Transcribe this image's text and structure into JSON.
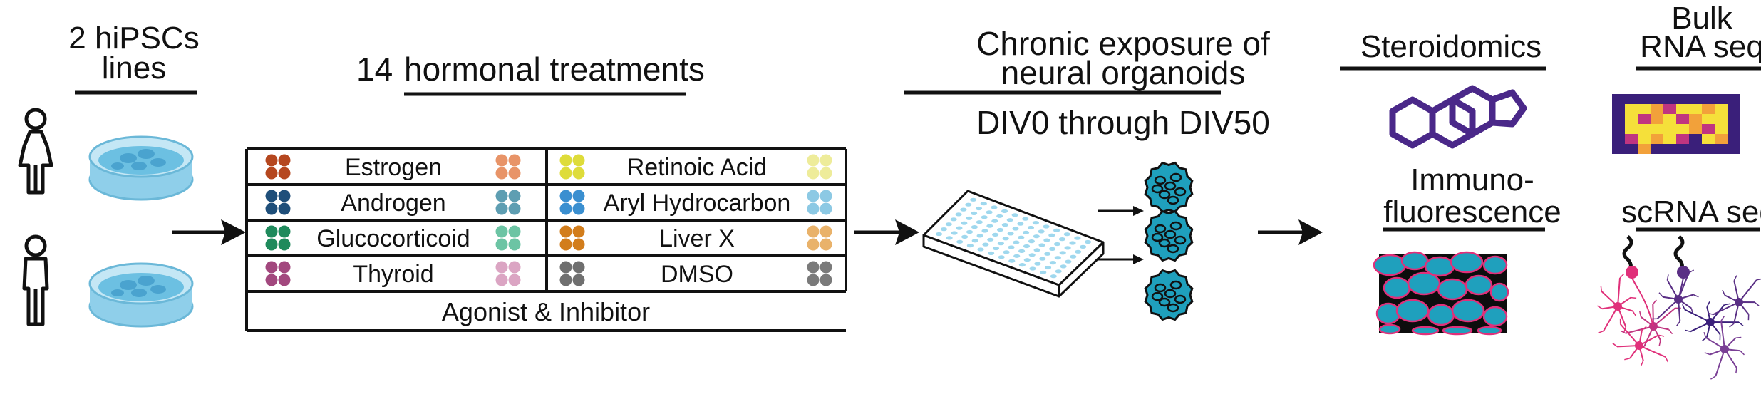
{
  "sections": {
    "cells": {
      "title_line1": "2 hiPSCs",
      "title_line2": "lines"
    },
    "treatments": {
      "count": "14",
      "title": "hormonal treatments",
      "table": {
        "left": [
          "Estrogen",
          "Androgen",
          "Glucocorticoid",
          "Thyroid"
        ],
        "right": [
          "Retinoic Acid",
          "Aryl Hydrocarbon",
          "Liver X",
          "DMSO"
        ],
        "footer": "Agonist & Inhibitor"
      }
    },
    "exposure": {
      "title_line1": "Chronic exposure of",
      "title_line2": "neural organoids",
      "subtitle": "DIV0 through DIV50"
    },
    "readouts": {
      "steroidomics": "Steroidomics",
      "bulk_line1": "Bulk",
      "bulk_line2": "RNA seq",
      "immuno_line1": "Immuno-",
      "immuno_line2": "fluorescence",
      "scrna": "scRNA seq"
    }
  },
  "colors": {
    "estrogen_agonist": "#b5471f",
    "estrogen_inhibitor": "#e89468",
    "androgen_agonist": "#1f4f7a",
    "androgen_inhibitor": "#5e9eb2",
    "glucocorticoid_agonist": "#1f8a5c",
    "glucocorticoid_inhibitor": "#6cc4a4",
    "thyroid_agonist": "#a2487e",
    "thyroid_inhibitor": "#dba5c3",
    "retinoic_agonist": "#dedc3a",
    "retinoic_inhibitor": "#eeec9a",
    "aryl_agonist": "#3a8fd0",
    "aryl_inhibitor": "#8cc9e4",
    "liverx_agonist": "#d27d1c",
    "liverx_inhibitor": "#e9b26a",
    "dmso_agonist": "#6f6f6f",
    "dmso_inhibitor": "#7a7a7a",
    "organoid": "#1fa0bd",
    "steroid": "#4a2889",
    "membrane": "#e0307a"
  },
  "icons": [
    "female-figure-icon",
    "male-figure-icon",
    "petri-dish-icon",
    "well-plate-icon",
    "organoid-icon",
    "steroid-molecule-icon",
    "heatmap-icon",
    "neuron-cluster-icon"
  ]
}
